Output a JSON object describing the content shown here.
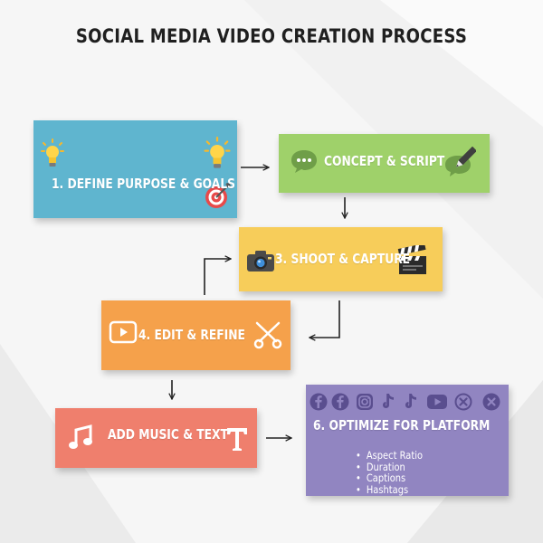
{
  "title": "SOCIAL MEDIA VIDEO CREATION PROCESS",
  "colors": {
    "blue": "#5fb5cf",
    "green": "#9fd16a",
    "yellow": "#f7cd5a",
    "orange": "#f5a14b",
    "coral": "#ef7f6d",
    "purple": "#9185c1",
    "arrow": "#222222"
  },
  "steps": [
    {
      "label": "1. DEFINE PURPOSE & GOALS",
      "icons": [
        "lightbulb-icon",
        "lightbulb-icon",
        "target-icon"
      ]
    },
    {
      "label": "CONCEPT & SCRIPT",
      "icons": [
        "speech-bubble-icon",
        "pen-bubble-icon"
      ]
    },
    {
      "label": "3. SHOOT & CAPTURE",
      "icons": [
        "camera-icon",
        "clapperboard-icon"
      ]
    },
    {
      "label": "4. EDIT & REFINE",
      "icons": [
        "play-icon",
        "scissors-icon"
      ]
    },
    {
      "label": "ADD MUSIC & TEXT",
      "icons": [
        "music-note-icon",
        "text-t-icon"
      ]
    },
    {
      "label": "6. OPTIMIZE FOR PLATFORM",
      "icons": [
        "facebook-icon",
        "facebook-icon",
        "instagram-icon",
        "tiktok-icon",
        "tiktok-icon",
        "youtube-icon",
        "x-icon",
        "x-icon"
      ],
      "bullets": [
        "Aspect Ratio",
        "Duration",
        "Captions",
        "Hashtags"
      ]
    }
  ]
}
